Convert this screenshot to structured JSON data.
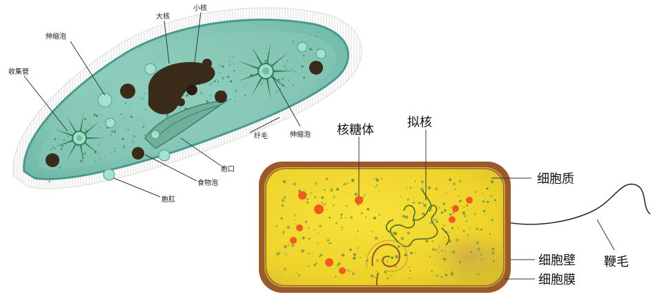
{
  "paramecium": {
    "labels": {
      "macronucleus": "大核",
      "micronucleus": "小核",
      "contractile_vacuole_top": "伸缩泡",
      "collecting_canal": "收集管",
      "cilia": "纤毛",
      "contractile_vacuole_right": "伸缩泡",
      "oral_groove": "胞口",
      "food_vacuole": "食物泡",
      "anal_pore": "胞肛"
    }
  },
  "bacterium": {
    "labels": {
      "ribosome": "核糖体",
      "nucleoid": "拟核",
      "cytoplasm": "细胞质",
      "flagellum": "鞭毛",
      "cell_wall": "细胞壁",
      "cell_membrane": "细胞膜"
    }
  },
  "colors": {
    "paramecium_body": "#8fcfbf",
    "paramecium_outline": "#4a9a8a",
    "nucleus": "#3a2a1a",
    "bacterium_wall": "#9a5a2a",
    "cytoplasm": "#f4dc2c",
    "ribosome_red": "#f05a20",
    "green_dot": "#5a8a3a"
  }
}
